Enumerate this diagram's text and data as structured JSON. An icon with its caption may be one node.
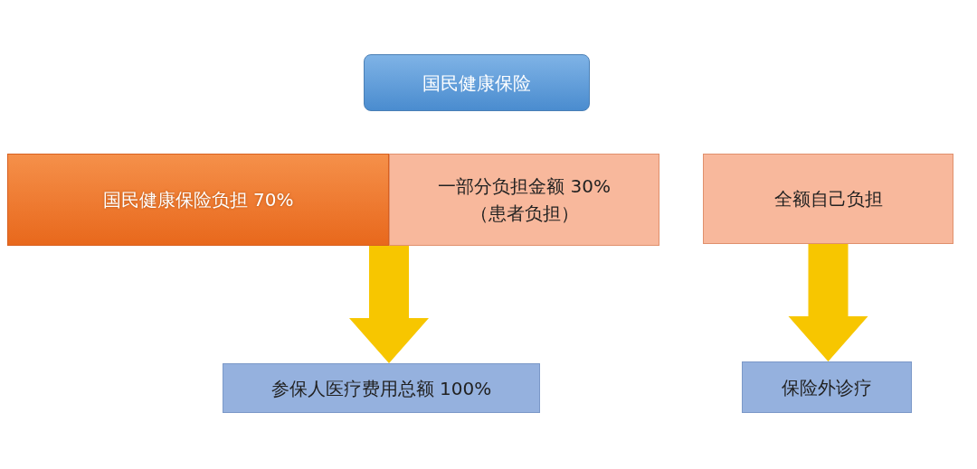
{
  "diagram": {
    "nodes": [
      {
        "text": [
          "国民健康保险"
        ]
      },
      {
        "text": [
          "国民健康保险负担 70%"
        ]
      },
      {
        "text": [
          "一部分负担金额 30%",
          "（患者负担）"
        ]
      },
      {
        "text": [
          "全额自己负担"
        ]
      },
      {
        "text": [
          "参保人医疗费用总额 100%"
        ]
      },
      {
        "text": [
          "保险外诊疗"
        ]
      }
    ],
    "edges": [
      {
        "from": 1,
        "to": 4,
        "arrow": "to"
      },
      {
        "from": 2,
        "to": 4,
        "arrow": "to"
      },
      {
        "from": 3,
        "to": 5,
        "arrow": "to"
      }
    ]
  }
}
